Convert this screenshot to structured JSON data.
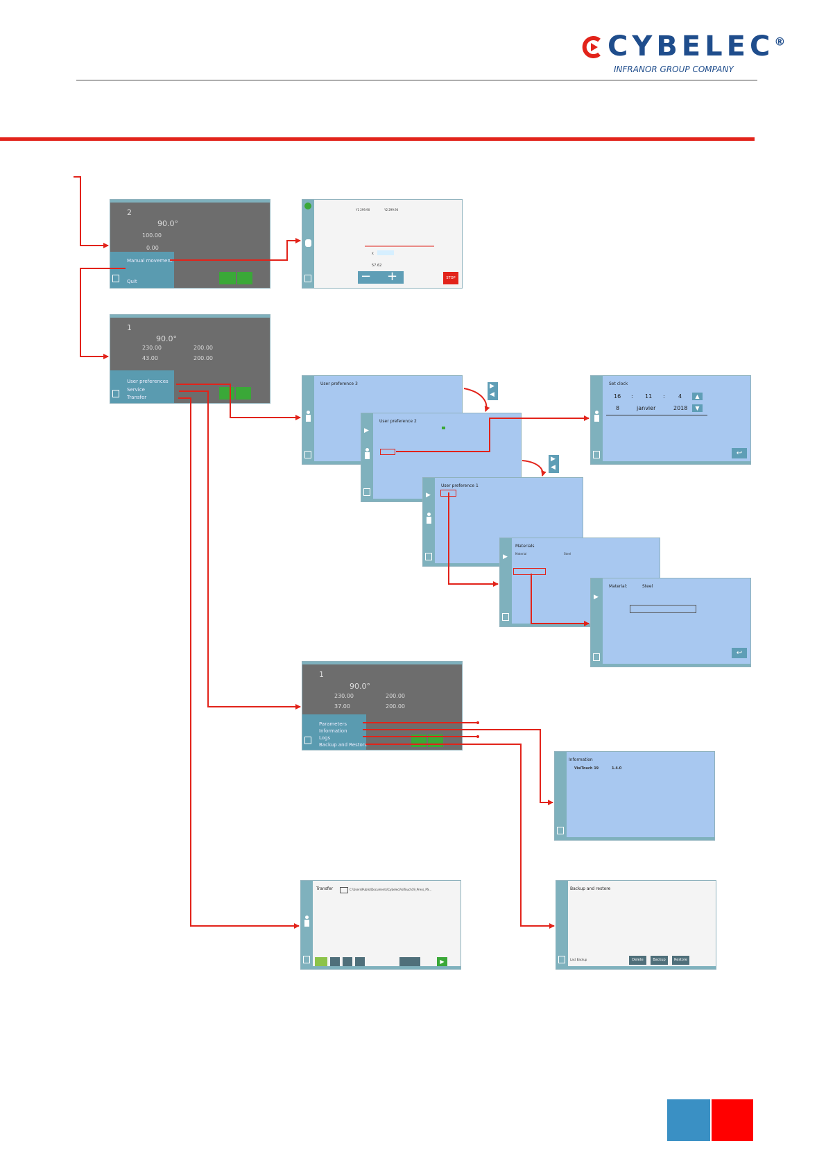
{
  "brand": {
    "name": "CYBELEC",
    "registered": "®",
    "subtitle": "INFRANOR GROUP COMPANY",
    "color": "#1f4d8c"
  },
  "colors": {
    "connector": "#e2231a",
    "screen_blue": "#a8c8f0",
    "sidebar": "#7fb1bd",
    "footer_blue": "#3a90c4",
    "footer_red": "#ff0000"
  },
  "main_menu": {
    "items": [
      "Manual movement",
      "Quit"
    ],
    "angle": "90.0°",
    "values": [
      "100.00",
      "0.00"
    ],
    "step": "2"
  },
  "manual_screen": {
    "y1": "Y1 299.90",
    "y2": "Y2 299.90",
    "x_label": "X",
    "value": "57.62",
    "stop_label": "STOP"
  },
  "tools_menu": {
    "items": [
      "User preferences",
      "Service",
      "Transfer"
    ],
    "angle": "90.0°",
    "values": [
      "230.00",
      "200.00",
      "200.00",
      "43.00"
    ],
    "step": "1"
  },
  "user_pref_3": {
    "title": "User preference 3"
  },
  "user_pref_2": {
    "title": "User preference 2"
  },
  "user_pref_1": {
    "title": "User preference 1"
  },
  "clock": {
    "title": "Set clock",
    "hour": "16",
    "minute": "11",
    "second": "4",
    "day": "8",
    "month": "janvier",
    "year": "2018",
    "separator": ":"
  },
  "materials": {
    "title": "Materials",
    "rows": [
      {
        "label": "Material",
        "value": "Steel"
      }
    ]
  },
  "material_detail": {
    "title": "Material:",
    "value": "Steel"
  },
  "service_menu": {
    "items": [
      "Parameters",
      "Information",
      "Logs",
      "Backup and Restore"
    ],
    "angle": "90.0°",
    "values": [
      "230.00",
      "200.00",
      "200.00",
      "37.00"
    ],
    "step": "1"
  },
  "information": {
    "title": "Information",
    "software": "VisiTouch 19",
    "version": "1.4.0"
  },
  "transfer": {
    "title": "Transfer",
    "path": "C:\\Users\\Public\\Documents\\CybelecVisiTouch19_Press_PS..."
  },
  "backup": {
    "title": "Backup and restore",
    "buttons": [
      "Delete",
      "Backup",
      "Restore"
    ],
    "last_label": "Last Backup"
  }
}
